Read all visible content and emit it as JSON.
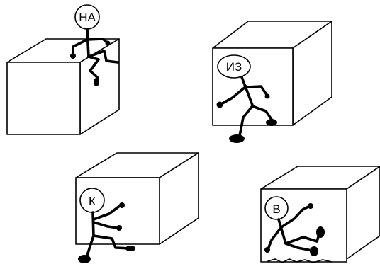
{
  "panels": [
    {
      "preposition": "НА",
      "meaning_position": "on"
    },
    {
      "preposition": "ИЗ",
      "meaning_position": "out of"
    },
    {
      "preposition": "К",
      "meaning_position": "towards"
    },
    {
      "preposition": "В",
      "meaning_position": "in"
    }
  ],
  "colors": {
    "ink": "#000000",
    "paper": "#ffffff"
  }
}
